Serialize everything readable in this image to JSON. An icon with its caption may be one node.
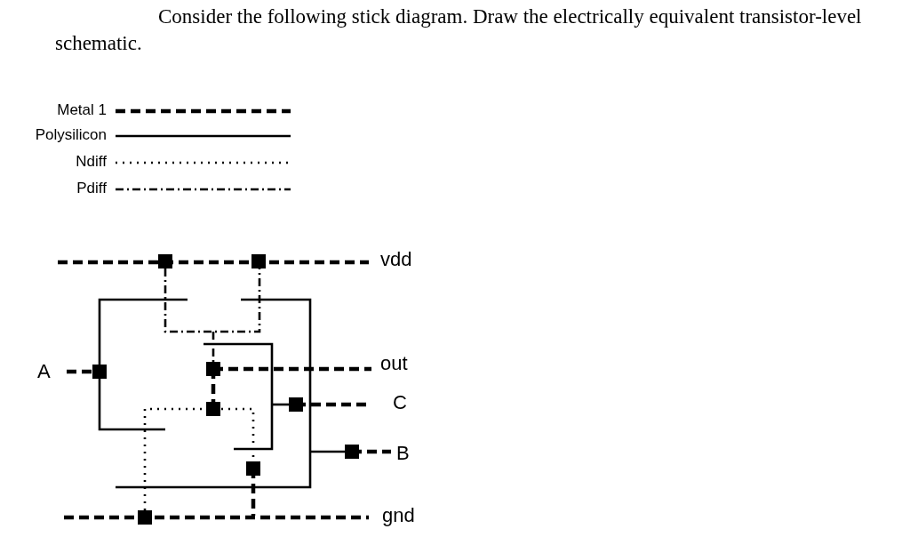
{
  "diagram": {
    "title": "Consider the following stick diagram. Draw the electrically equivalent transistor-level schematic.",
    "labels": [
      "vdd",
      "A",
      "out",
      "C",
      "B",
      "gnd"
    ],
    "legend": [
      {
        "text": "Metal 1"
      },
      {
        "text": "Polysilicon"
      },
      {
        "text": "Ndiff"
      },
      {
        "text": "Pdiff"
      }
    ]
  }
}
